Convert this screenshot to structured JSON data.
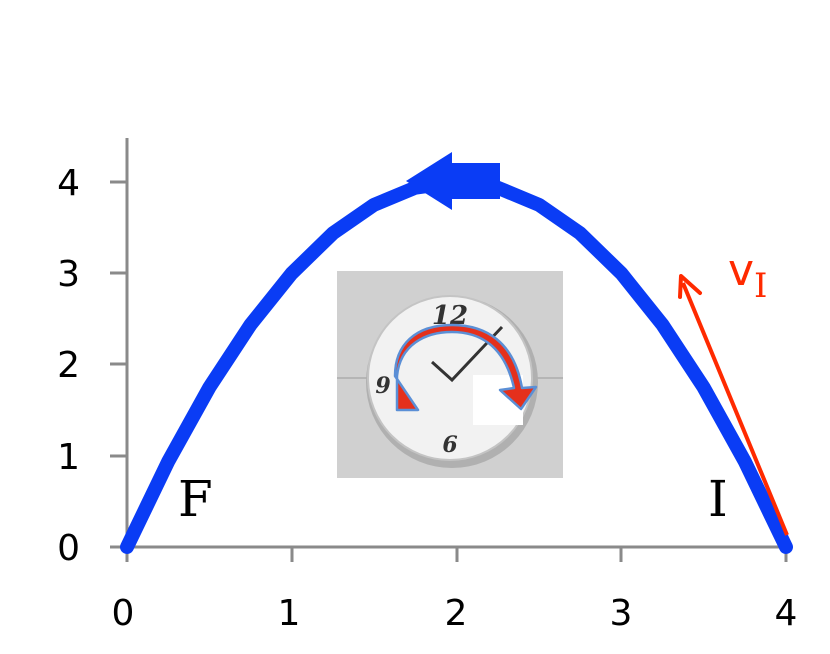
{
  "colors": {
    "path": "#0a3cf5",
    "velocity": "#ff2a00",
    "axis": "#8a8a8a",
    "clock_panel": "#d0d0d0",
    "clock_face": "#f2f2f2",
    "rotation_arrow": "#e4301c",
    "rotation_outline": "#5b8fd6"
  },
  "axes": {
    "x_ticks": [
      "0",
      "1",
      "2",
      "3",
      "4"
    ],
    "y_ticks": [
      "0",
      "1",
      "2",
      "3",
      "4"
    ]
  },
  "trajectory": {
    "points": [
      {
        "x": 0,
        "y": 0
      },
      {
        "x": 0.25,
        "y": 0.9375
      },
      {
        "x": 0.5,
        "y": 1.75
      },
      {
        "x": 0.75,
        "y": 2.4375
      },
      {
        "x": 1,
        "y": 3
      },
      {
        "x": 1.25,
        "y": 3.4375
      },
      {
        "x": 1.5,
        "y": 3.75
      },
      {
        "x": 1.75,
        "y": 3.9375
      },
      {
        "x": 2,
        "y": 4
      },
      {
        "x": 2.25,
        "y": 3.9375
      },
      {
        "x": 2.5,
        "y": 3.75
      },
      {
        "x": 2.75,
        "y": 3.4375
      },
      {
        "x": 3,
        "y": 3
      },
      {
        "x": 3.25,
        "y": 2.4375
      },
      {
        "x": 3.5,
        "y": 1.75
      },
      {
        "x": 3.75,
        "y": 0.9375
      },
      {
        "x": 4,
        "y": 0
      }
    ],
    "direction": "right-to-left",
    "icon": "arrow-left-icon"
  },
  "labels": {
    "final": "F",
    "initial": "I",
    "velocity_v": "v",
    "velocity_sub": "I"
  },
  "clock": {
    "numbers": [
      "12",
      "9",
      "6"
    ],
    "icon": "clockwise-rotation-icon"
  }
}
